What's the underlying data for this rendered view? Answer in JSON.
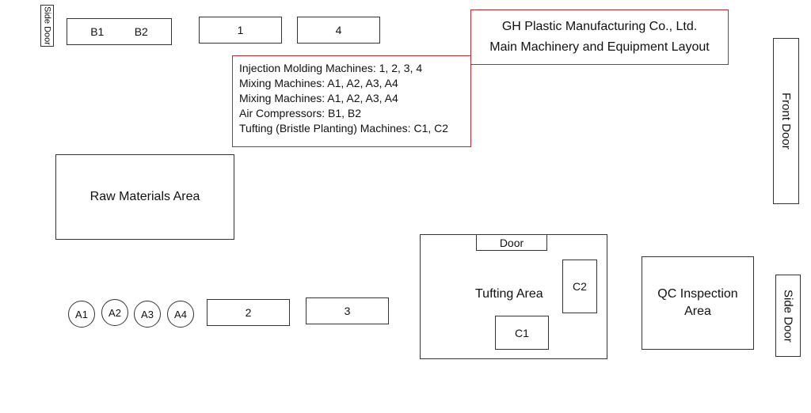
{
  "title": {
    "line1": "GH Plastic Manufacturing Co., Ltd.",
    "line2": "Main Machinery and Equipment Layout"
  },
  "legend": [
    "Injection Molding Machines: 1, 2, 3, 4",
    "Mixing Machines: A1, A2, A3, A4",
    "Mixing Machines: A1, A2, A3, A4",
    "Air Compressors: B1, B2",
    "Tufting (Bristle Planting) Machines: C1, C2"
  ],
  "doors": {
    "side_left": "Side Door",
    "front": "Front Door",
    "side_right": "Side Door",
    "tufting": "Door"
  },
  "compressors": [
    "B1",
    "B2"
  ],
  "injection": {
    "m1": "1",
    "m2": "2",
    "m3": "3",
    "m4": "4"
  },
  "mixers": [
    "A1",
    "A2",
    "A3",
    "A4"
  ],
  "areas": {
    "raw": "Raw Materials Area",
    "tufting": "Tufting Area",
    "qc_line1": "QC Inspection",
    "qc_line2": "Area"
  },
  "tufting_machines": {
    "c1": "C1",
    "c2": "C2"
  },
  "colors": {
    "accent_border": "#c0262c",
    "line": "#333333"
  }
}
